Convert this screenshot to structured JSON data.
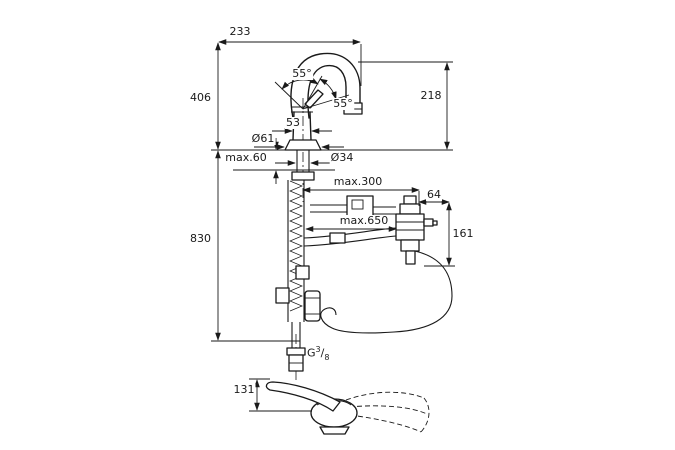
{
  "drawing": {
    "type": "faucet-technical-dimension-drawing",
    "background": "#ffffff",
    "line_color": "#1a1a1a"
  },
  "labels": {
    "reach": "233",
    "height": "406",
    "angle_1": "55°",
    "angle_2": "55°",
    "width_53": "53",
    "dia_base": "Ø61",
    "deck_max": "max.60",
    "dia_shank": "Ø34",
    "outlet_height": "218",
    "max_300": "max.300",
    "width_64": "64",
    "max_650": "max.650",
    "height_161": "161",
    "total_830": "830",
    "thread_prefix": "G",
    "thread_num": "3",
    "thread_sep": "/",
    "thread_den": "8",
    "lever_131": "131"
  }
}
